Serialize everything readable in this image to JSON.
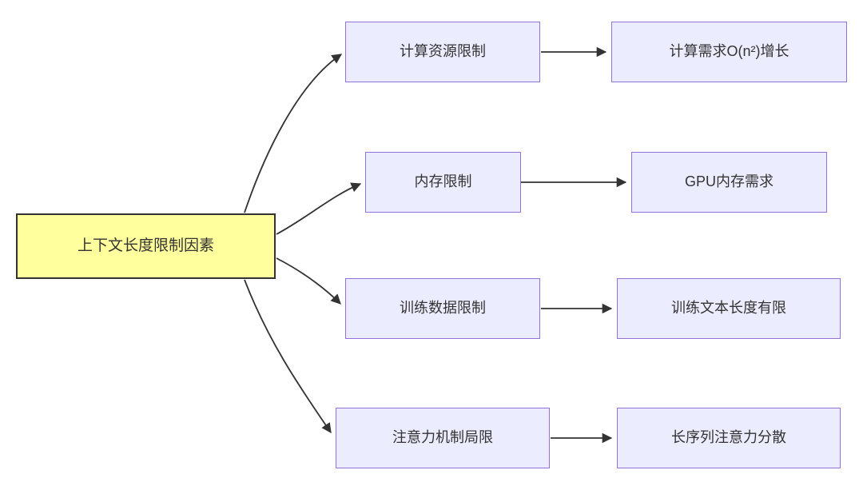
{
  "diagram": {
    "type": "flowchart",
    "direction": "left-to-right",
    "root": {
      "label": "上下文长度限制因素"
    },
    "branches": [
      {
        "cause": "计算资源限制",
        "effect": "计算需求O(n²)增长"
      },
      {
        "cause": "内存限制",
        "effect": "GPU内存需求"
      },
      {
        "cause": "训练数据限制",
        "effect": "训练文本长度有限"
      },
      {
        "cause": "注意力机制局限",
        "effect": "长序列注意力分散"
      }
    ],
    "colors": {
      "background": "#ffffff",
      "root_fill": "#ffff9d",
      "root_border": "#333333",
      "node_fill": "#ececff",
      "node_border": "#9370db",
      "edge_color": "#333333",
      "text_color": "#333333"
    }
  }
}
